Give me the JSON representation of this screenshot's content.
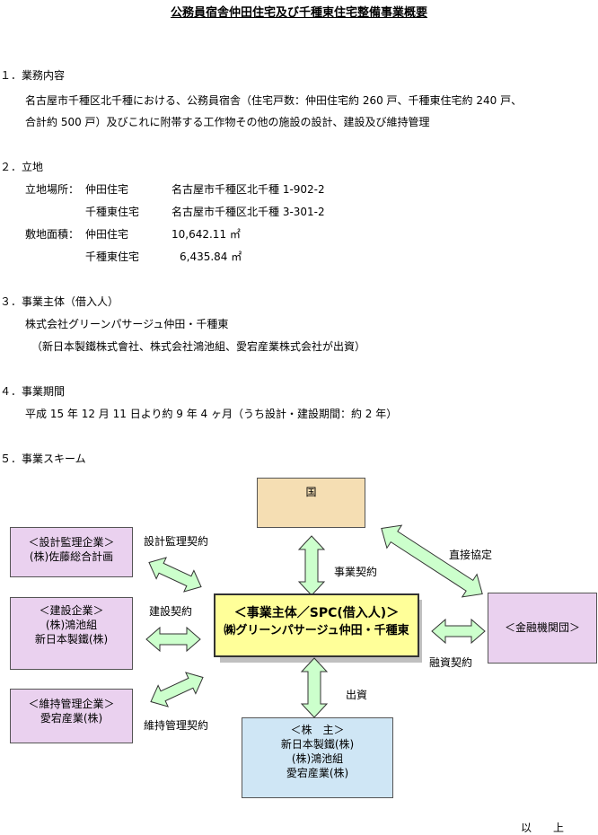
{
  "title": "公務員宿舎仲田住宅及び千種東住宅整備事業概要",
  "sections": {
    "s1": {
      "heading": "１．業務内容",
      "line1": "名古屋市千種区北千種における、公務員宿舎（住宅戸数：仲田住宅約 260 戸、千種東住宅約 240 戸、",
      "line2": "合計約 500 戸）及びこれに附帯する工作物その他の施設の設計、建設及び維持管理"
    },
    "s2": {
      "heading": "２．立地",
      "loc_label": "立地場所：",
      "area_label": "敷地面積：",
      "nakata": "仲田住宅",
      "chikusa": "千種東住宅",
      "loc_nakata": "名古屋市千種区北千種 1-902-2",
      "loc_chikusa": "名古屋市千種区北千種 3-301-2",
      "area_nakata": "10,642.11 ㎡",
      "area_chikusa": "6,435.84 ㎡"
    },
    "s3": {
      "heading": "３．事業主体（借入人）",
      "line1": "株式会社グリーンパサージュ仲田・千種東",
      "line2": "（新日本製鐵株式會社、株式会社鴻池組、愛宕産業株式会社が出資）"
    },
    "s4": {
      "heading": "４．事業期間",
      "line1": "平成 15 年 12 月 11 日より約 9 年 4 ヶ月（うち設計・建設期間：約 2 年）"
    },
    "s5": {
      "heading": "５．事業スキーム"
    }
  },
  "diagram": {
    "kuni": "国",
    "design": [
      "＜設計監理企業＞",
      "(株)佐藤総合計画"
    ],
    "construct": [
      "＜建設企業＞",
      "(株)鴻池組",
      "新日本製鐵(株)"
    ],
    "maintain": [
      "＜維持管理企業＞",
      "愛宕産業(株)"
    ],
    "center": [
      "＜事業主体／SPC(借入人)＞",
      "㈱グリーンパサージュ仲田・千種東"
    ],
    "bank": "＜金融機関団＞",
    "shareholders": [
      "＜株　主＞",
      "新日本製鐵(株)",
      "(株)鴻池組",
      "愛宕産業(株)"
    ],
    "labels": {
      "design_contract": "設計監理契約",
      "build_contract": "建設契約",
      "maint_contract": "維持管理契約",
      "biz_contract": "事業契約",
      "direct_agreement": "直接協定",
      "loan_contract": "融資契約",
      "investment": "出資"
    },
    "colors": {
      "kuni_fill": "#f5deb3",
      "party_fill": "#ead1ef",
      "center_fill": "#ffff99",
      "center_shadow": "#c0c0c0",
      "shareholder_fill": "#cfe6f5",
      "arrow_fill": "#ccffcc",
      "arrow_stroke": "#333333"
    }
  },
  "closing": "以　　上"
}
